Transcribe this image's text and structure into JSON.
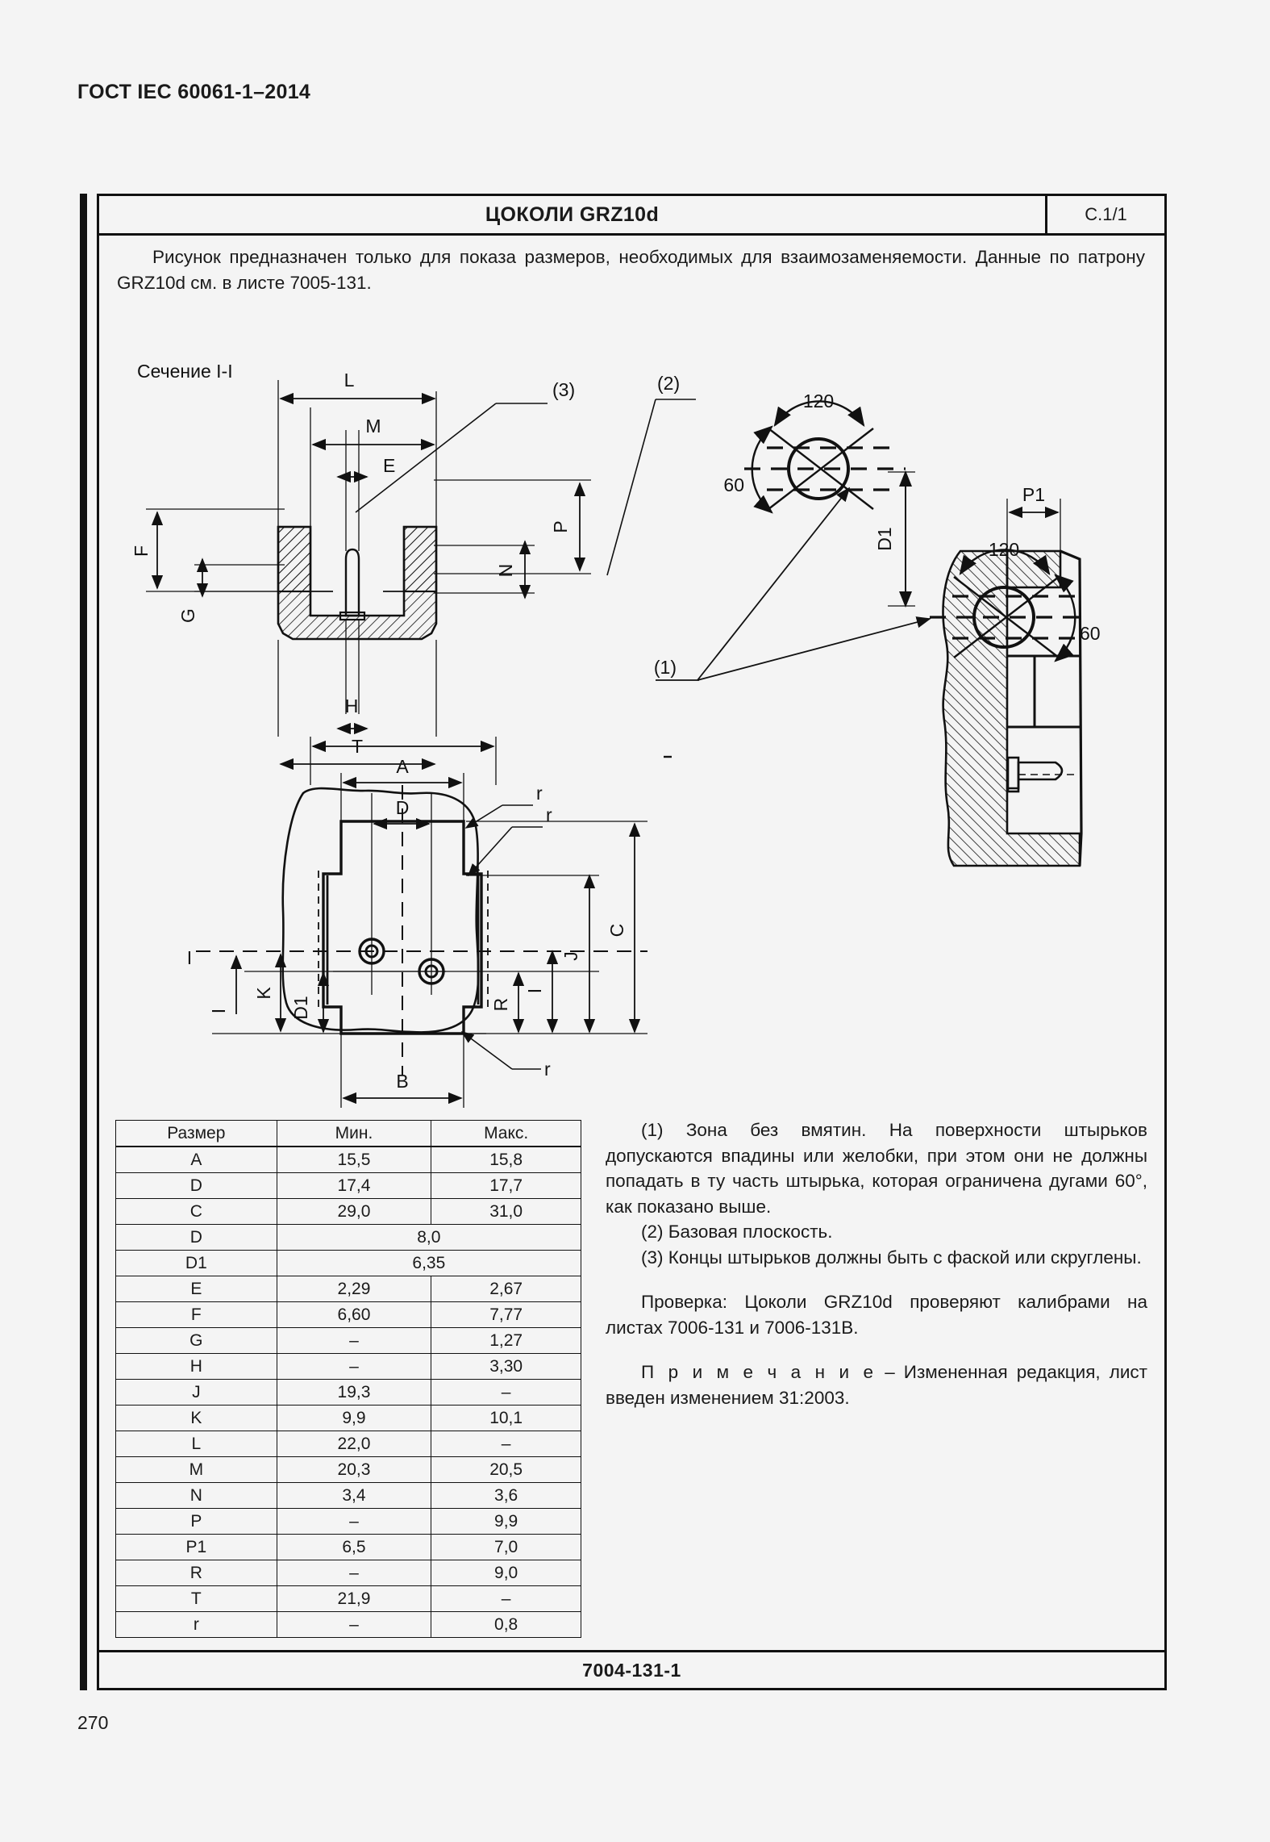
{
  "document": {
    "standard_header": "ГОСТ IEC 60061-1–2014",
    "page_number": "270"
  },
  "sheet": {
    "title": "ЦОКОЛИ GRZ10d",
    "page_label": "С.1/1",
    "footer_code": "7004-131-1",
    "intro_line1": "Рисунок предназначен только для показа размеров, необходимых для взаимозаменяемости.",
    "intro_line2": "Данные по патрону GRZ10d см. в листе 7005-131."
  },
  "drawing": {
    "section_label": "Сечение I-I",
    "callouts": {
      "one": "(1)",
      "two": "(2)",
      "three": "(3)"
    },
    "angles": {
      "arc_120": "120",
      "arc_60": "60"
    },
    "dim_labels": {
      "A": "A",
      "B": "B",
      "C": "C",
      "D": "D",
      "D1": "D1",
      "E": "E",
      "F": "F",
      "G": "G",
      "H": "H",
      "I": "I",
      "J": "J",
      "K": "K",
      "L": "L",
      "M": "M",
      "N": "N",
      "P": "P",
      "P1": "P1",
      "R": "R",
      "T": "T",
      "r": "r"
    }
  },
  "table": {
    "headers": [
      "Размер",
      "Мин.",
      "Макс."
    ],
    "rows": [
      {
        "name": "A",
        "min": "15,5",
        "max": "15,8",
        "span": false
      },
      {
        "name": "D",
        "min": "17,4",
        "max": "17,7",
        "span": false
      },
      {
        "name": "C",
        "min": "29,0",
        "max": "31,0",
        "span": false
      },
      {
        "name": "D",
        "min": "8,0",
        "max": "",
        "span": true
      },
      {
        "name": "D1",
        "min": "6,35",
        "max": "",
        "span": true
      },
      {
        "name": "E",
        "min": "2,29",
        "max": "2,67",
        "span": false
      },
      {
        "name": "F",
        "min": "6,60",
        "max": "7,77",
        "span": false
      },
      {
        "name": "G",
        "min": "–",
        "max": "1,27",
        "span": false
      },
      {
        "name": "H",
        "min": "–",
        "max": "3,30",
        "span": false
      },
      {
        "name": "J",
        "min": "19,3",
        "max": "–",
        "span": false
      },
      {
        "name": "K",
        "min": "9,9",
        "max": "10,1",
        "span": false
      },
      {
        "name": "L",
        "min": "22,0",
        "max": "–",
        "span": false
      },
      {
        "name": "M",
        "min": "20,3",
        "max": "20,5",
        "span": false
      },
      {
        "name": "N",
        "min": "3,4",
        "max": "3,6",
        "span": false
      },
      {
        "name": "P",
        "min": "–",
        "max": "9,9",
        "span": false
      },
      {
        "name": "P1",
        "min": "6,5",
        "max": "7,0",
        "span": false
      },
      {
        "name": "R",
        "min": "–",
        "max": "9,0",
        "span": false
      },
      {
        "name": "T",
        "min": "21,9",
        "max": "–",
        "span": false
      },
      {
        "name": "r",
        "min": "–",
        "max": "0,8",
        "span": false
      }
    ]
  },
  "notes": {
    "note1": "(1) Зона без вмятин. На поверхности штырьков допускаются впадины или желобки, при этом они не должны попадать в ту часть штырька, которая ограничена дугами 60°, как показано выше.",
    "note2": "(2) Базовая плоскость.",
    "note3": "(3) Концы штырьков должны быть с фаской или скруглены.",
    "check": "Проверка: Цоколи GRZ10d проверяют калибрами на листах 7006-131 и 7006-131В.",
    "remark_label": "П р и м е ч а н и е",
    "remark_body": "– Измененная редакция, лист введен изменением 31:2003."
  }
}
